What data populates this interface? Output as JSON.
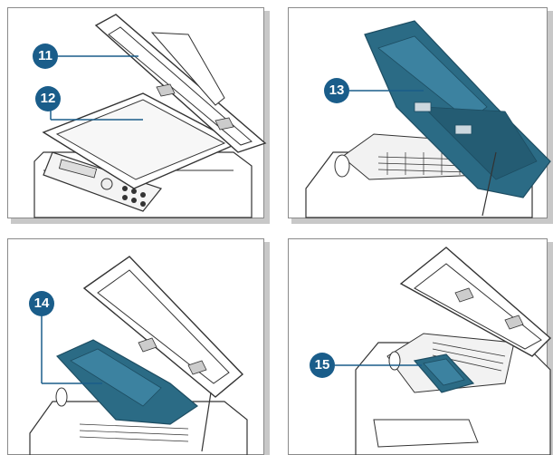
{
  "colors": {
    "callout": "#1a5d8a",
    "highlight": "#2b6b85",
    "panel_border": "#8a8a8a",
    "panel_shadow": "#c8c8c8",
    "line_art": "#333333"
  },
  "panels": [
    {
      "callout": "11",
      "part": "scanner-lid"
    },
    {
      "callout": "12",
      "part": "scanner-glass"
    },
    {
      "callout": "13",
      "part": "scan-unit"
    },
    {
      "callout": "14",
      "part": "inner-cover"
    },
    {
      "callout": "15",
      "part": "toner-cartridge"
    }
  ]
}
